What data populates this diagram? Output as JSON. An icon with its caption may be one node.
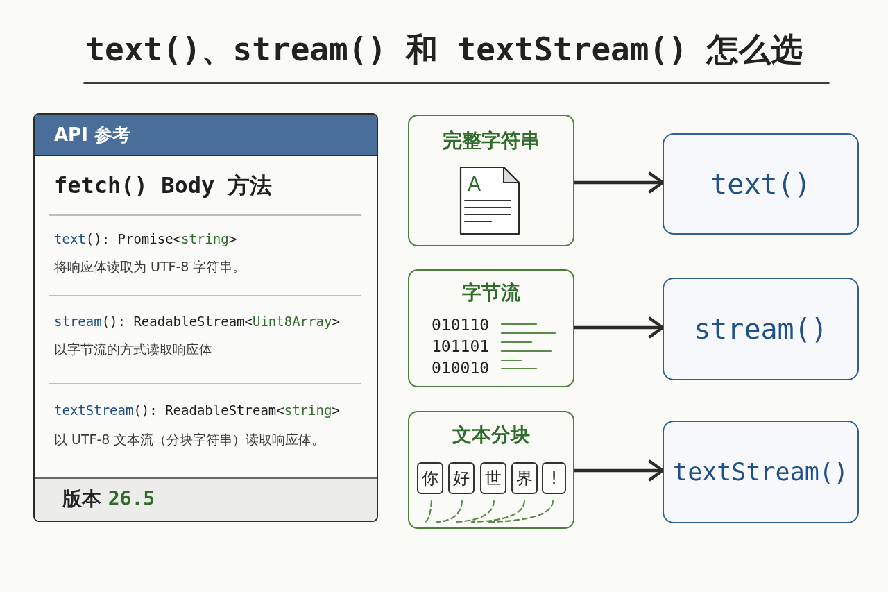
{
  "diagram": {
    "title": "text()、stream() 和 textStream() 怎么选",
    "nodes": [
      {
        "text": [
          "API 参考",
          "fetch() Body 方法",
          "text(): Promise<string>",
          "将响应体读取为 UTF-8 字符串。",
          "stream(): ReadableStream<Uint8Array>",
          "以字节流的方式读取响应体。",
          "textStream(): ReadableStream<string>",
          "以 UTF-8 文本流（分块字符串）读取响应体。",
          "版本 26.5"
        ]
      },
      {
        "text": [
          "完整字符串"
        ]
      },
      {
        "text": [
          "A"
        ],
        "in": 1
      },
      {
        "text": [
          "text()"
        ]
      },
      {
        "text": [
          "字节流",
          "010110 101101 010010"
        ]
      },
      {
        "text": [
          "stream()"
        ]
      },
      {
        "text": [
          "文本分块"
        ]
      },
      {
        "text": [
          "你"
        ],
        "in": 6
      },
      {
        "text": [
          "好"
        ],
        "in": 6
      },
      {
        "text": [
          "世"
        ],
        "in": 6
      },
      {
        "text": [
          "界"
        ],
        "in": 6
      },
      {
        "text": [
          "!"
        ],
        "in": 6
      },
      {
        "text": [
          "textStream()"
        ]
      }
    ],
    "edges": [
      {
        "from": 1,
        "to": 3,
        "arrow": "to"
      },
      {
        "from": 4,
        "to": 5,
        "arrow": "to"
      },
      {
        "from": 6,
        "to": 12,
        "arrow": "to"
      }
    ]
  }
}
